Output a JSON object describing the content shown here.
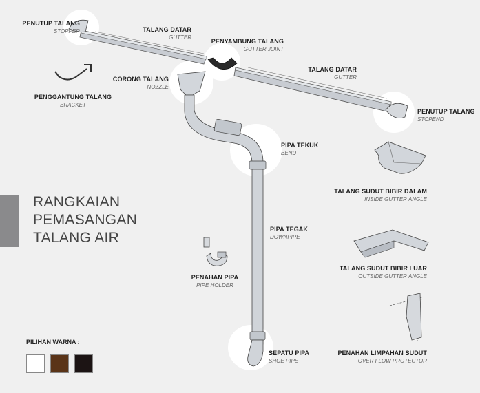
{
  "title": [
    "RANGKAIAN",
    "PEMASANGAN",
    "TALANG AIR"
  ],
  "labels": {
    "stopper": {
      "title": "PENUTUP TALANG",
      "sub": "STOPPER"
    },
    "gutter_left": {
      "title": "TALANG DATAR",
      "sub": "GUTTER"
    },
    "gutter_joint": {
      "title": "PENYAMBUNG TALANG",
      "sub": "GUTTER JOINT"
    },
    "gutter_right": {
      "title": "TALANG DATAR",
      "sub": "GUTTER"
    },
    "bracket": {
      "title": "PENGGANTUNG TALANG",
      "sub": "BRACKET"
    },
    "nozzle": {
      "title": "CORONG TALANG",
      "sub": "NOZZLE"
    },
    "stopend": {
      "title": "PENUTUP TALANG",
      "sub": "STOPEND"
    },
    "bend": {
      "title": "PIPA TEKUK",
      "sub": "BEND"
    },
    "inside_angle": {
      "title": "TALANG SUDUT BIBIR DALAM",
      "sub": "INSIDE GUTTER ANGLE"
    },
    "downpipe": {
      "title": "PIPA TEGAK",
      "sub": "DOWNPIPE"
    },
    "pipe_holder": {
      "title": "PENAHAN PIPA",
      "sub": "PIPE HOLDER"
    },
    "outside_angle": {
      "title": "TALANG SUDUT BIBIR LUAR",
      "sub": "OUTSIDE GUTTER ANGLE"
    },
    "shoe_pipe": {
      "title": "SEPATU PIPA",
      "sub": "SHOE PIPE"
    },
    "overflow": {
      "title": "PENAHAN LIMPAHAN SUDUT",
      "sub": "OVER FLOW PROTECTOR"
    }
  },
  "colors": {
    "label": "PILIHAN WARNA :",
    "swatches": [
      "#ffffff",
      "#5a3418",
      "#1c1414"
    ]
  }
}
